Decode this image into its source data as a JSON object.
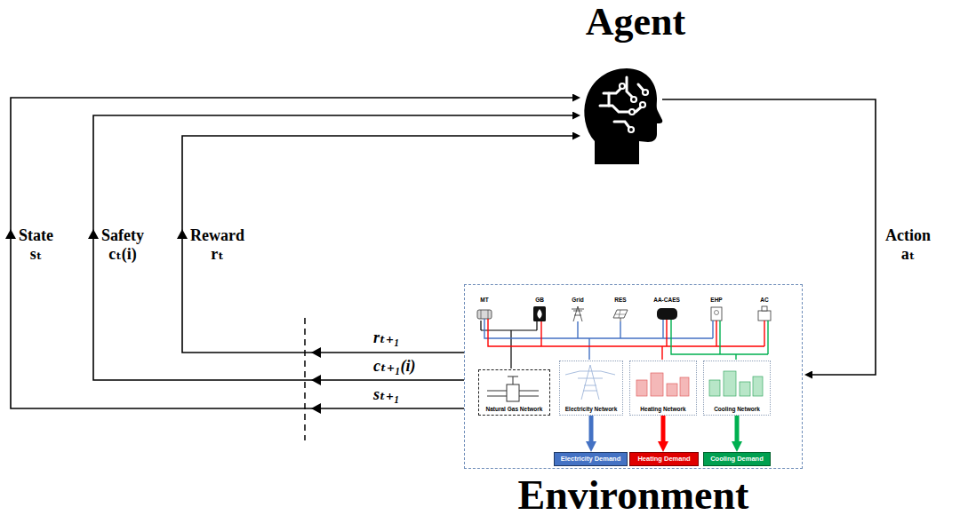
{
  "diagram": {
    "nodes": [
      {
        "text": [
          "Agent"
        ]
      },
      {
        "text": [
          "Environment"
        ]
      },
      {
        "text": [
          "Natural Gas Network"
        ],
        "in": 1
      },
      {
        "text": [
          "Electricity Network"
        ],
        "in": 1
      },
      {
        "text": [
          "Heating Network"
        ],
        "in": 1
      },
      {
        "text": [
          "Cooling Network"
        ],
        "in": 1
      },
      {
        "text": [
          "Electricity Demand"
        ],
        "in": 1
      },
      {
        "text": [
          "Heating Demand"
        ],
        "in": 1
      },
      {
        "text": [
          "Cooling Demand"
        ],
        "in": 1
      }
    ],
    "edges": [
      {
        "from": 0,
        "to": 1,
        "arrow": "to",
        "label": "Action aₜ"
      },
      {
        "from": 1,
        "to": 0,
        "arrow": "to",
        "label": "State sₜ"
      },
      {
        "from": 1,
        "to": 0,
        "arrow": "to",
        "label": "Safety cₜ(i)"
      },
      {
        "from": 1,
        "to": 0,
        "arrow": "to",
        "label": "Reward rₜ"
      },
      {
        "from": 3,
        "to": 6,
        "arrow": "to"
      },
      {
        "from": 4,
        "to": 7,
        "arrow": "to"
      },
      {
        "from": 5,
        "to": 8,
        "arrow": "to"
      }
    ],
    "labels": [
      "rₜ₊₁",
      "cₜ₊₁(i)",
      "sₜ₊₁",
      "MT",
      "GB",
      "Grid",
      "RES",
      "AA-CAES",
      "EHP",
      "AC"
    ]
  }
}
